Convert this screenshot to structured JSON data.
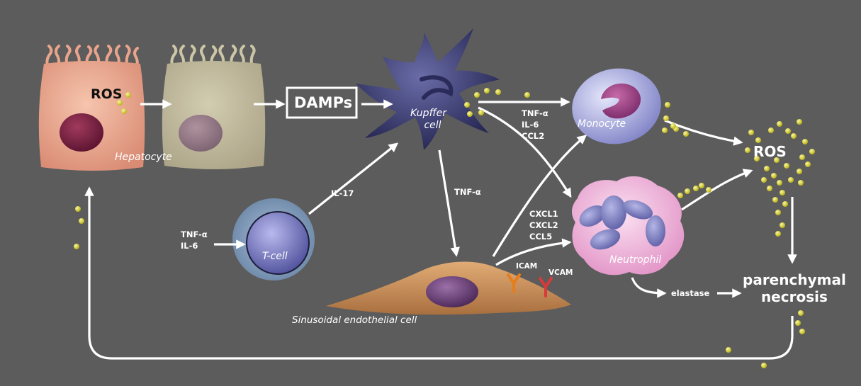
{
  "cells": {
    "hepatocyte": "Hepatocyte",
    "kupffer_line1": "Kupffer",
    "kupffer_line2": "cell",
    "monocyte": "Monocyte",
    "neutrophil": "Neutrophil",
    "tcell": "T-cell",
    "sinusoidal": "Sinusoidal endothelial cell"
  },
  "labels": {
    "ros_hepatocyte": "ROS",
    "damps": "DAMPs",
    "ros_main": "ROS",
    "necrosis_line1": "parenchymal",
    "necrosis_line2": "necrosis",
    "elastase": "elastase",
    "icam": "ICAM",
    "vcam": "VCAM"
  },
  "cytokines": {
    "kupffer_out_1": "TNF-α",
    "kupffer_out_2": "IL-6",
    "kupffer_out_3": "CCL2",
    "kupffer_down": "TNF-α",
    "tcell_out": "IL-17",
    "tcell_in_1": "TNF-α",
    "tcell_in_2": "IL-6",
    "endo_out_1": "CXCL1",
    "endo_out_2": "CXCL2",
    "endo_out_3": "CCL5"
  },
  "colors": {
    "background": "#5c5c5c",
    "arrow": "#ffffff",
    "ros_particle": "#e8e22a",
    "hepatocyte": "#ecaa92",
    "kupffer": "#3e3f7a",
    "monocyte": "#b4b6e6",
    "neutrophil": "#f0b3dc",
    "tcell": "#6d6fb8",
    "endothelial": "#c98f58"
  }
}
